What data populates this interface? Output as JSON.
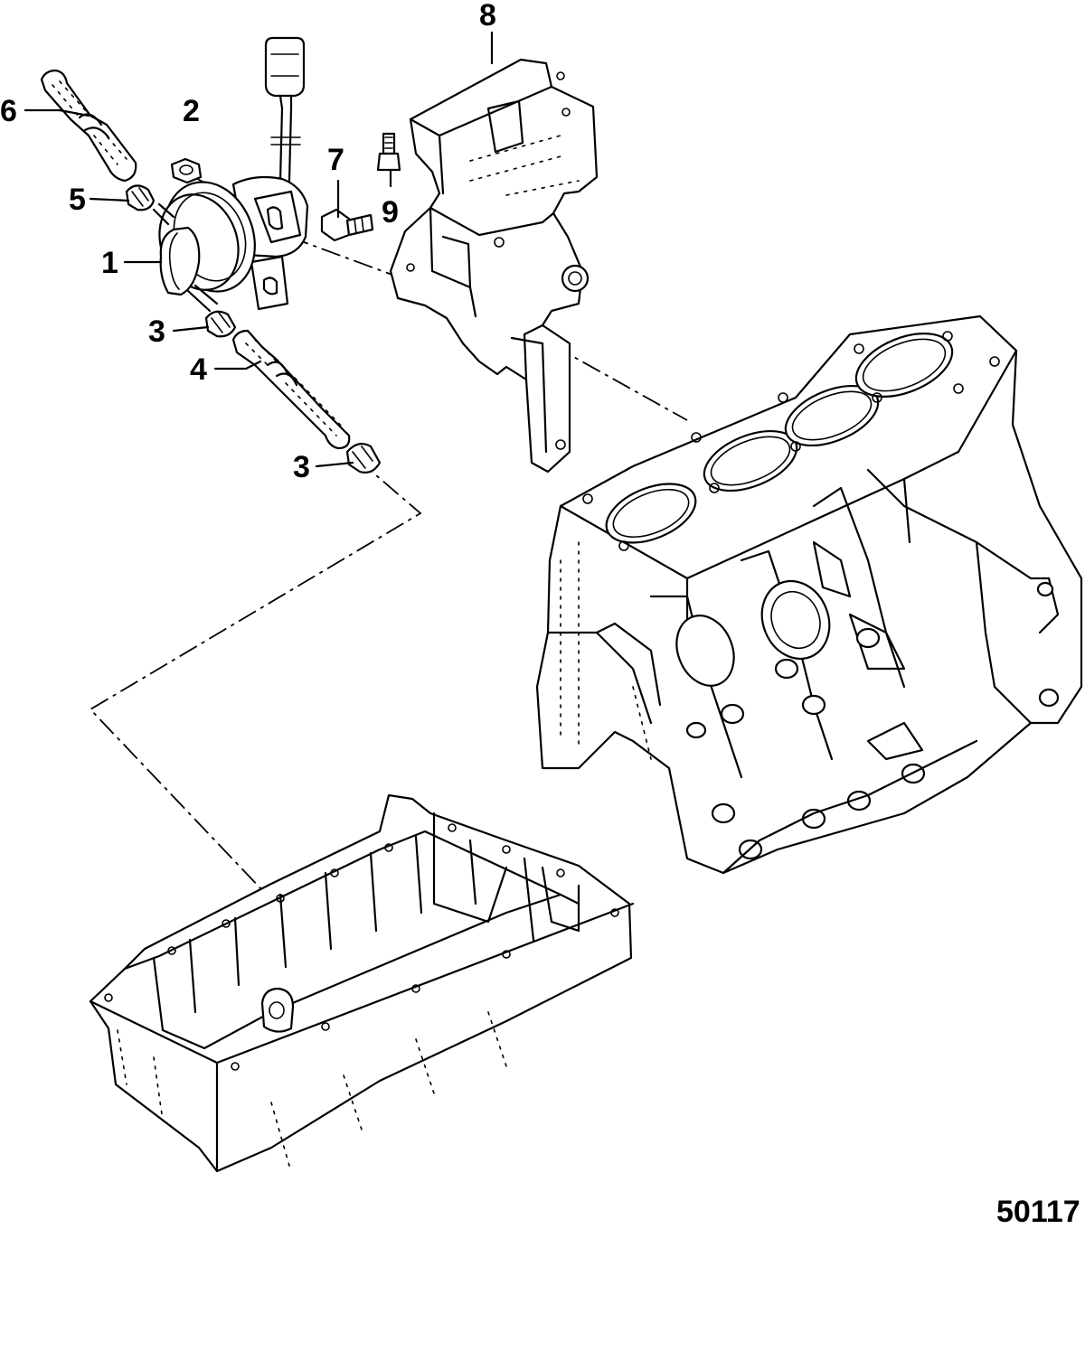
{
  "diagram": {
    "callouts": [
      {
        "id": "c6",
        "text": "6"
      },
      {
        "id": "c2",
        "text": "2"
      },
      {
        "id": "c5",
        "text": "5"
      },
      {
        "id": "c1",
        "text": "1"
      },
      {
        "id": "c3a",
        "text": "3"
      },
      {
        "id": "c4",
        "text": "4"
      },
      {
        "id": "c3b",
        "text": "3"
      },
      {
        "id": "c7",
        "text": "7"
      },
      {
        "id": "c8",
        "text": "8"
      },
      {
        "id": "c9",
        "text": "9"
      }
    ],
    "drawing_number": "50117"
  }
}
